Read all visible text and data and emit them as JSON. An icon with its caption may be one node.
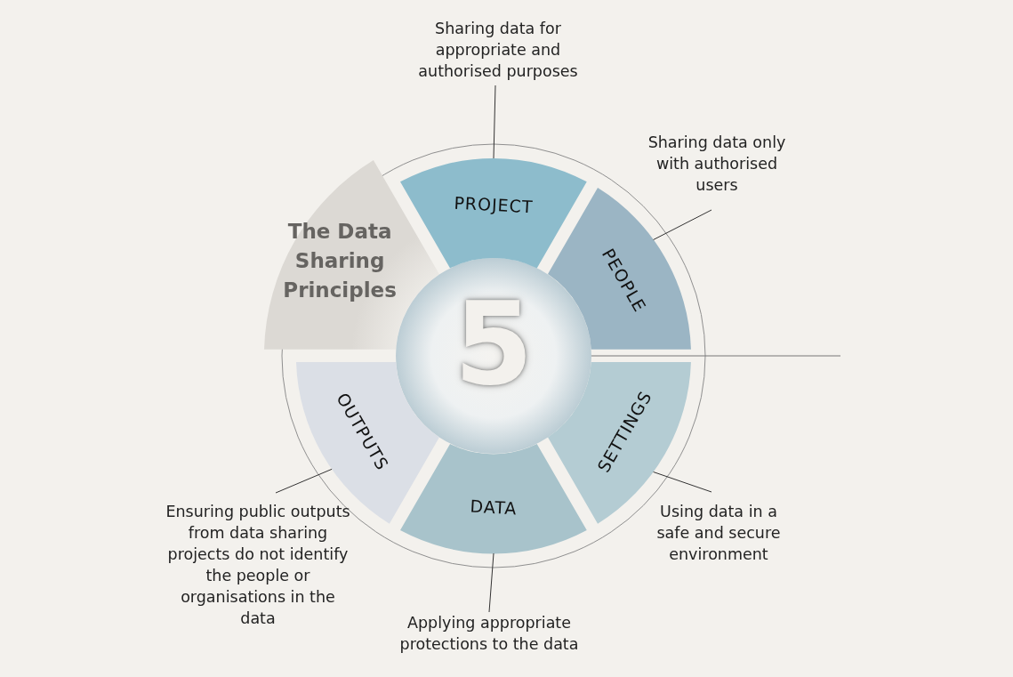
{
  "diagram": {
    "nodes": [
      {
        "text": [
          "The Data Sharing Principles"
        ]
      },
      {
        "text": [
          "5"
        ]
      },
      {
        "text": [
          "PROJECT"
        ]
      },
      {
        "text": [
          "PEOPLE"
        ]
      },
      {
        "text": [
          "SETTINGS"
        ]
      },
      {
        "text": [
          "DATA"
        ]
      },
      {
        "text": [
          "OUTPUTS"
        ]
      },
      {
        "text": [
          "Sharing data for appropriate and authorised purposes"
        ]
      },
      {
        "text": [
          "Sharing data only with authorised users"
        ]
      },
      {
        "text": [
          "Using data in a safe and secure environment"
        ]
      },
      {
        "text": [
          "Applying appropriate protections to the data"
        ]
      },
      {
        "text": [
          "Ensuring public outputs from data sharing projects do not identify the people or organisations in the data"
        ]
      }
    ],
    "edges": [
      {
        "from": 7,
        "to": 2,
        "arrow": "none"
      },
      {
        "from": 8,
        "to": 3,
        "arrow": "none"
      },
      {
        "from": 9,
        "to": 4,
        "arrow": "none"
      },
      {
        "from": 10,
        "to": 5,
        "arrow": "none"
      },
      {
        "from": 11,
        "to": 6,
        "arrow": "none"
      }
    ]
  }
}
